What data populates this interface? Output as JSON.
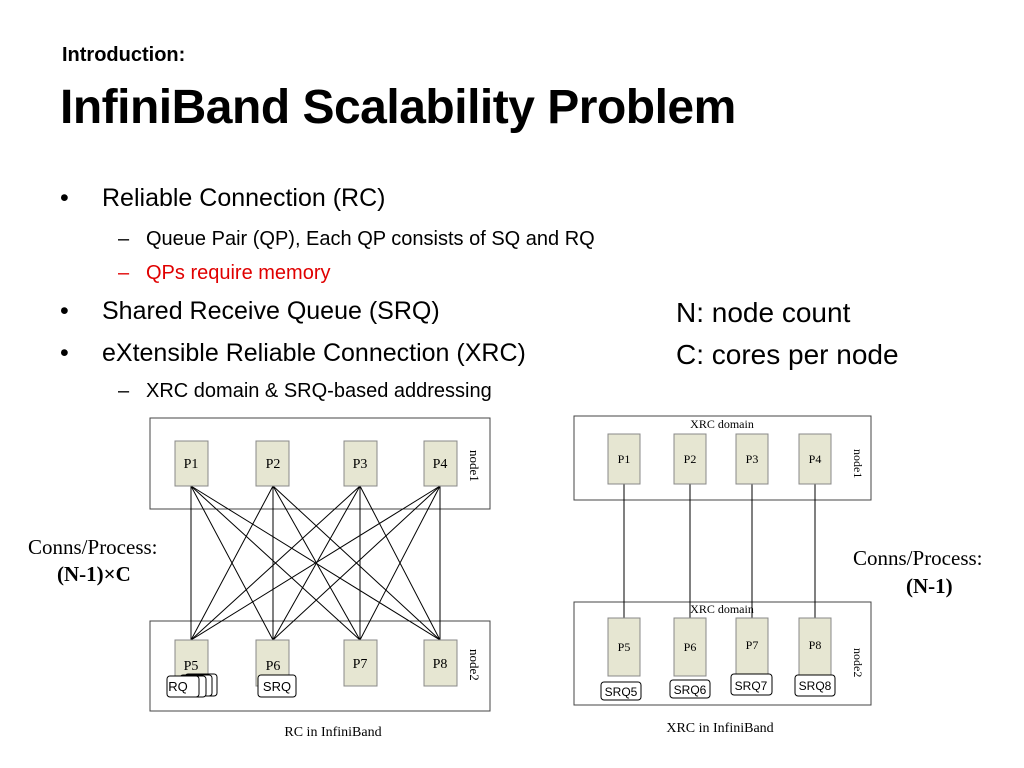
{
  "slide": {
    "kicker": "Introduction:",
    "title": "InfiniBand Scalability Problem"
  },
  "bullets": [
    {
      "text": "Reliable Connection (RC)"
    },
    {
      "text": "Queue Pair (QP), Each QP consists of SQ and RQ"
    },
    {
      "text": "QPs require memory",
      "color": "#e00000"
    },
    {
      "text": "Shared Receive Queue (SRQ)"
    },
    {
      "text": "eXtensible Reliable Connection (XRC)"
    },
    {
      "text": "XRC domain & SRQ-based addressing"
    }
  ],
  "legend": {
    "n": "N: node count",
    "c": "C: cores per node"
  },
  "rc_diagram": {
    "caption": "RC in InfiniBand",
    "conns_label": "Conns/Process:",
    "conns_formula": "(N-1)×C",
    "node1": {
      "label": "node1",
      "procs": [
        "P1",
        "P2",
        "P3",
        "P4"
      ]
    },
    "node2": {
      "label": "node2",
      "procs": [
        "P5",
        "P6",
        "P7",
        "P8"
      ]
    },
    "rq": "RQ",
    "srq": "SRQ"
  },
  "xrc_diagram": {
    "caption": "XRC in InfiniBand",
    "conns_label": "Conns/Process:",
    "conns_formula": "(N-1)",
    "node1": {
      "label": "node1",
      "domain": "XRC domain",
      "procs": [
        "P1",
        "P2",
        "P3",
        "P4"
      ]
    },
    "node2": {
      "label": "node2",
      "domain": "XRC domain",
      "procs": [
        "P5",
        "P6",
        "P7",
        "P8"
      ]
    },
    "srqs": [
      "SRQ5",
      "SRQ6",
      "SRQ7",
      "SRQ8"
    ]
  },
  "colors": {
    "process_fill": "#e6e6d2",
    "accent_red": "#e00000"
  }
}
